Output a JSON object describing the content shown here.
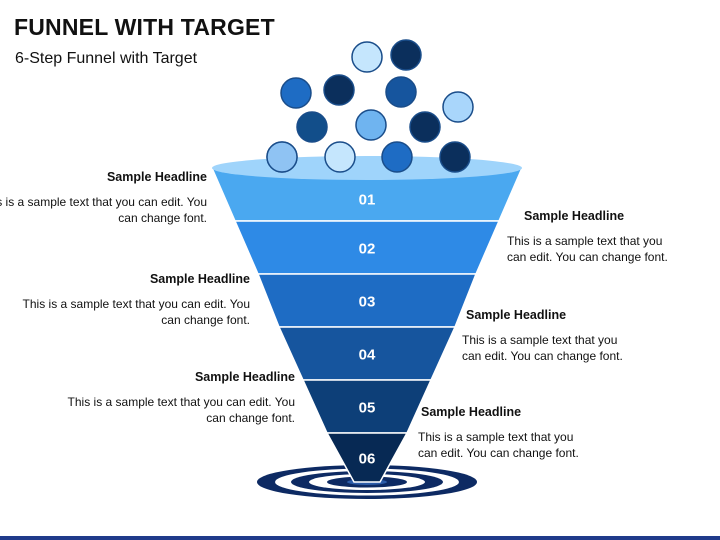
{
  "title": "FUNNEL WITH TARGET",
  "subtitle": "6-Step Funnel with Target",
  "steps": [
    {
      "number": "01",
      "color": "#4aa8f0"
    },
    {
      "number": "02",
      "color": "#2e8ae6"
    },
    {
      "number": "03",
      "color": "#1e6cc4"
    },
    {
      "number": "04",
      "color": "#16559e"
    },
    {
      "number": "05",
      "color": "#0d3f78"
    },
    {
      "number": "06",
      "color": "#072954"
    }
  ],
  "funnel_rim_color": "#9fd4fb",
  "balls": [
    {
      "color": "#c5e6fd"
    },
    {
      "color": "#0b2f5c"
    },
    {
      "color": "#1e6cc4"
    },
    {
      "color": "#0b2f5c"
    },
    {
      "color": "#16559e"
    },
    {
      "color": "#a9d6fb"
    },
    {
      "color": "#124e8a"
    },
    {
      "color": "#6fb4f0"
    },
    {
      "color": "#0b2f5c"
    },
    {
      "color": "#9ecbf5"
    },
    {
      "color": "#8fc3f3"
    },
    {
      "color": "#c5e6fd"
    },
    {
      "color": "#1e6cc4"
    },
    {
      "color": "#0b2f5c"
    }
  ],
  "target_colors": {
    "dark": "#0d2a63",
    "light": "#ffffff",
    "mid": "#2c5ca8"
  },
  "blocks": [
    {
      "headline": "Sample Headline",
      "text": "This is a sample text that you can edit. You can change font."
    },
    {
      "headline": "Sample Headline",
      "text": "This is a sample text that you can edit. You can change font."
    },
    {
      "headline": "Sample Headline",
      "text": "This is a sample text that you can edit. You can change font."
    },
    {
      "headline": "Sample Headline",
      "text": "This is a sample text that you can edit. You can change font."
    },
    {
      "headline": "Sample Headline",
      "text": "This is a sample text that you can edit. You can change font."
    },
    {
      "headline": "Sample Headline",
      "text": "This is a sample text that you can edit. You can change font."
    }
  ]
}
